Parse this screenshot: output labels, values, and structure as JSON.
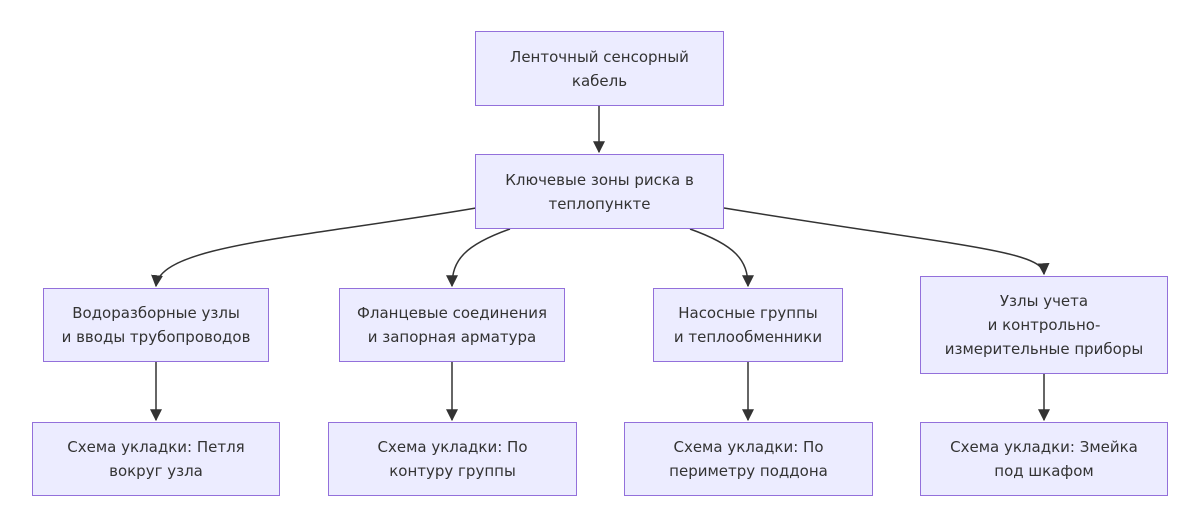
{
  "diagram": {
    "root": "Ленточный сенсорный\nкабель",
    "zones": "Ключевые зоны риска в\nтеплопункте",
    "branches": [
      {
        "zone": "Водоразборные узлы\nи вводы трубопроводов",
        "scheme": "Схема укладки: Петля\nвокруг узла"
      },
      {
        "zone": "Фланцевые соединения\nи запорная арматура",
        "scheme": "Схема укладки: По\nконтуру группы"
      },
      {
        "zone": "Насосные группы\nи теплообменники",
        "scheme": "Схема укладки: По\nпериметру поддона"
      },
      {
        "zone": "Узлы учета\nи контрольно-\nизмерительные приборы",
        "scheme": "Схема укладки: Змейка\nпод шкафом"
      }
    ]
  },
  "colors": {
    "node_fill": "#ececff",
    "node_border": "#9370db",
    "edge": "#333333",
    "text": "#333333"
  }
}
